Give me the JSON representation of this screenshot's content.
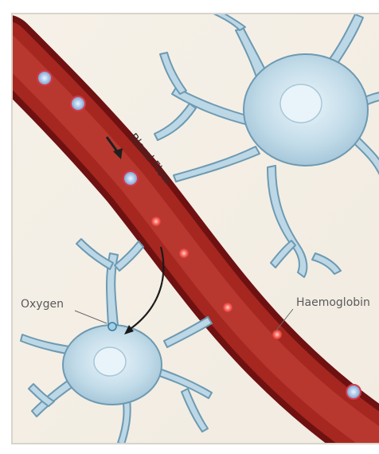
{
  "labels": {
    "blood_flow": "Blood Flow",
    "oxygen": "Oxygen",
    "haemoglobin": "Haemoglobin"
  },
  "colors": {
    "background": "#f4efe6",
    "vessel_outer": "#7a1414",
    "vessel_inner": "#b8332b",
    "red_cell": "#ff6a60",
    "hemoglobin_dot": "#a9c6e8",
    "neuron_fill": "#bcd7e6",
    "neuron_edge": "#5f8fa8"
  },
  "icons": {
    "flow_arrow": "arrow-down-right-icon",
    "oxygen_transfer_arrow": "curved-arrow-icon"
  }
}
